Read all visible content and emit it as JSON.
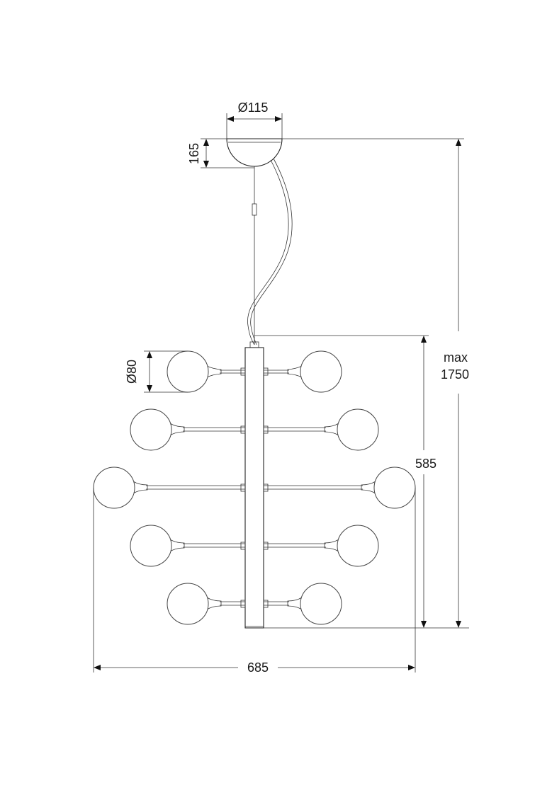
{
  "drawing": {
    "canopy_diameter": "Ø115",
    "canopy_height": "165",
    "globe_diameter": "Ø80",
    "max_height_line1": "max",
    "max_height_line2": "1750",
    "body_height": "585",
    "overall_width": "685"
  },
  "colors": {
    "line": "#222222",
    "background": "#ffffff"
  },
  "icons": [
    "arrowhead"
  ]
}
